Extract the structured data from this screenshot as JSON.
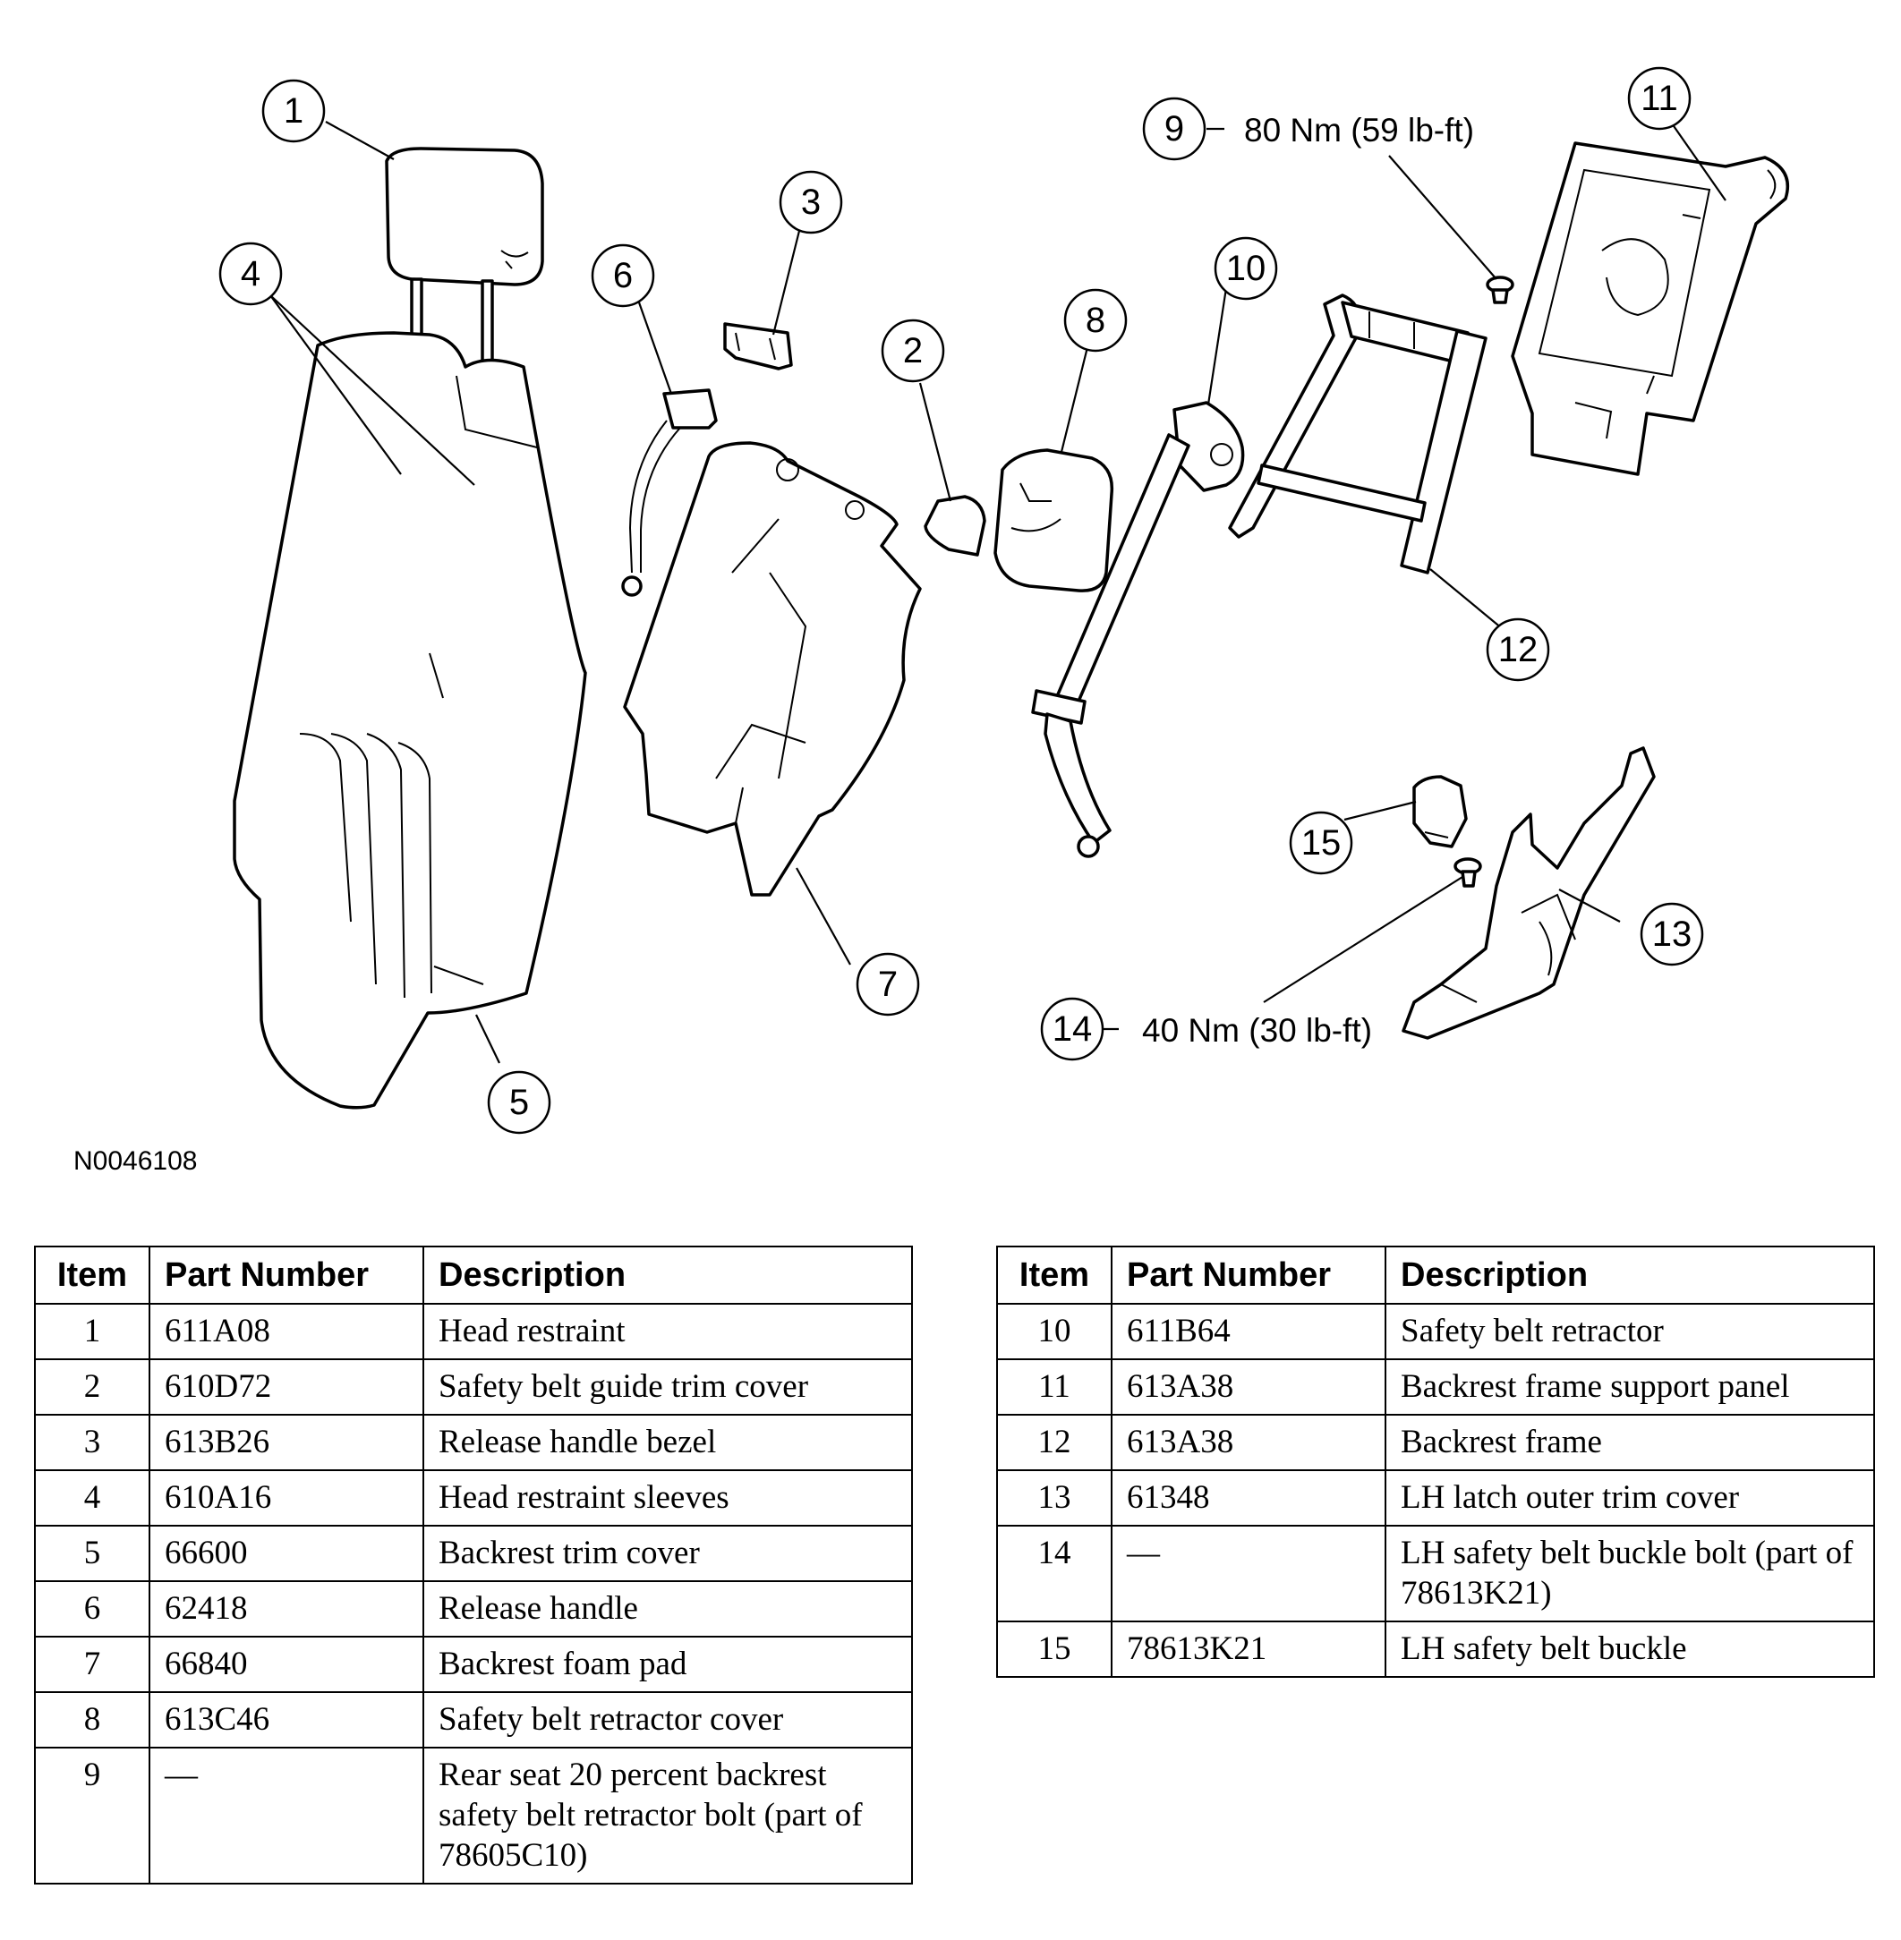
{
  "diagram": {
    "figure_id": "N0046108",
    "callouts": [
      "1",
      "2",
      "3",
      "4",
      "5",
      "6",
      "7",
      "8",
      "9",
      "10",
      "11",
      "12",
      "13",
      "14",
      "15"
    ],
    "torque_9": "80 Nm (59 lb-ft)",
    "torque_14": "40 Nm (30 lb-ft)"
  },
  "table_headers": {
    "item": "Item",
    "part_number": "Part Number",
    "description": "Description"
  },
  "table_left": [
    {
      "item": "1",
      "part_number": "611A08",
      "description": "Head restraint"
    },
    {
      "item": "2",
      "part_number": "610D72",
      "description": "Safety belt guide trim cover"
    },
    {
      "item": "3",
      "part_number": "613B26",
      "description": "Release handle bezel"
    },
    {
      "item": "4",
      "part_number": "610A16",
      "description": "Head restraint sleeves"
    },
    {
      "item": "5",
      "part_number": "66600",
      "description": "Backrest trim cover"
    },
    {
      "item": "6",
      "part_number": "62418",
      "description": "Release handle"
    },
    {
      "item": "7",
      "part_number": "66840",
      "description": "Backrest foam pad"
    },
    {
      "item": "8",
      "part_number": "613C46",
      "description": "Safety belt retractor cover"
    },
    {
      "item": "9",
      "part_number": "—",
      "description": "Rear seat 20 percent backrest safety belt retractor bolt (part of 78605C10)"
    }
  ],
  "table_right": [
    {
      "item": "10",
      "part_number": "611B64",
      "description": "Safety belt retractor"
    },
    {
      "item": "11",
      "part_number": "613A38",
      "description": "Backrest frame support panel"
    },
    {
      "item": "12",
      "part_number": "613A38",
      "description": "Backrest frame"
    },
    {
      "item": "13",
      "part_number": "61348",
      "description": "LH latch outer trim cover"
    },
    {
      "item": "14",
      "part_number": "—",
      "description": "LH safety belt buckle bolt (part of 78613K21)"
    },
    {
      "item": "15",
      "part_number": "78613K21",
      "description": "LH safety belt buckle"
    }
  ]
}
